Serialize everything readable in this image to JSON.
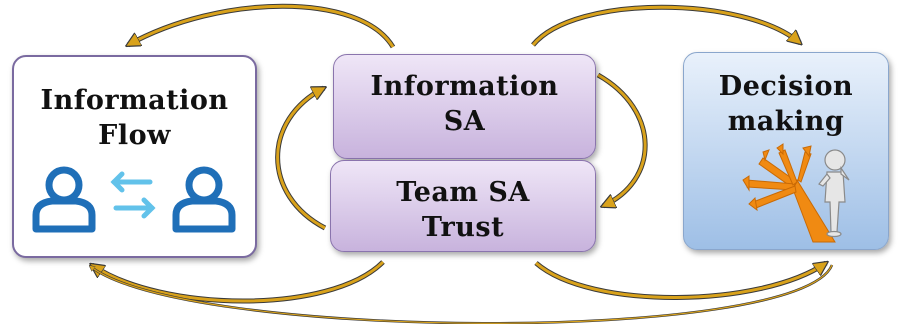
{
  "nodes": {
    "information_flow": {
      "line1": "Information",
      "line2": "Flow",
      "icon": "user-exchange-icon"
    },
    "information_sa": {
      "line1": "Information",
      "line2": "SA"
    },
    "team_sa_trust": {
      "line1": "Team SA",
      "line2": "Trust"
    },
    "decision_making": {
      "line1": "Decision",
      "line2": "making",
      "icon": "decision-person-icon"
    }
  },
  "colors": {
    "arrow": "#d9a21b",
    "arrow_outline": "#3a3a3a",
    "icon_blue": "#1f6fb8",
    "icon_light_blue": "#62c2ea",
    "decision_orange": "#f08a12"
  }
}
